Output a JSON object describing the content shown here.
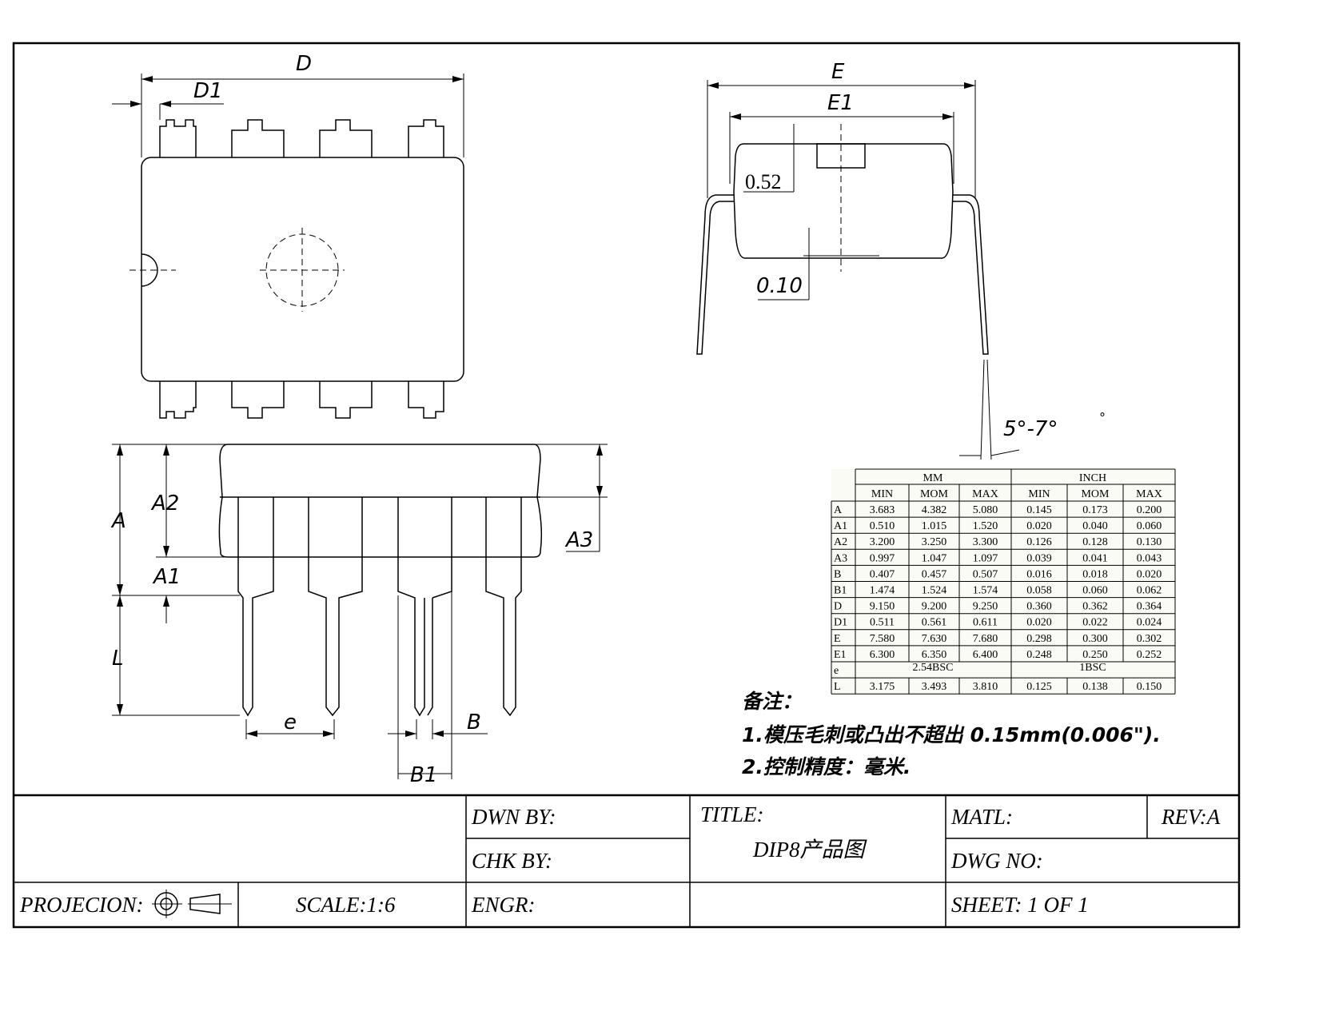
{
  "dimension_labels": {
    "D": "D",
    "D1": "D1",
    "E": "E",
    "E1": "E1",
    "A": "A",
    "A1": "A1",
    "A2": "A2",
    "A3": "A3",
    "L": "L",
    "e": "e",
    "B": "B",
    "B1": "B1",
    "top_gap": "0.52",
    "bottom_gap": "0.10",
    "angle": "5°-7°",
    "angle_mark": "°"
  },
  "dimension_table": {
    "groups": [
      "MM",
      "INCH"
    ],
    "subheaders": [
      "MIN",
      "MOM",
      "MAX",
      "MIN",
      "MOM",
      "MAX"
    ],
    "rows": [
      {
        "label": "A",
        "values": [
          "3.683",
          "4.382",
          "5.080",
          "0.145",
          "0.173",
          "0.200"
        ]
      },
      {
        "label": "A1",
        "values": [
          "0.510",
          "1.015",
          "1.520",
          "0.020",
          "0.040",
          "0.060"
        ]
      },
      {
        "label": "A2",
        "values": [
          "3.200",
          "3.250",
          "3.300",
          "0.126",
          "0.128",
          "0.130"
        ]
      },
      {
        "label": "A3",
        "values": [
          "0.997",
          "1.047",
          "1.097",
          "0.039",
          "0.041",
          "0.043"
        ]
      },
      {
        "label": "B",
        "values": [
          "0.407",
          "0.457",
          "0.507",
          "0.016",
          "0.018",
          "0.020"
        ]
      },
      {
        "label": "B1",
        "values": [
          "1.474",
          "1.524",
          "1.574",
          "0.058",
          "0.060",
          "0.062"
        ]
      },
      {
        "label": "D",
        "values": [
          "9.150",
          "9.200",
          "9.250",
          "0.360",
          "0.362",
          "0.364"
        ]
      },
      {
        "label": "D1",
        "values": [
          "0.511",
          "0.561",
          "0.611",
          "0.020",
          "0.022",
          "0.024"
        ]
      },
      {
        "label": "E",
        "values": [
          "7.580",
          "7.630",
          "7.680",
          "0.298",
          "0.300",
          "0.302"
        ]
      },
      {
        "label": "E1",
        "values": [
          "6.300",
          "6.350",
          "6.400",
          "0.248",
          "0.250",
          "0.252"
        ]
      },
      {
        "label": "e",
        "merged": [
          "2.54BSC",
          "1BSC"
        ]
      },
      {
        "label": "L",
        "values": [
          "3.175",
          "3.493",
          "3.810",
          "0.125",
          "0.138",
          "0.150"
        ]
      }
    ]
  },
  "notes": {
    "heading": "备注：",
    "items": [
      "1.模压毛刺或凸出不超出 0.15mm(0.006\").",
      "2.控制精度：毫米."
    ]
  },
  "title_block": {
    "dwn_by": "DWN BY:",
    "chk_by": "CHK BY:",
    "engr": "ENGR:",
    "title_label": "TITLE:",
    "title": "DIP8产品图",
    "matl": "MATL:",
    "rev": "REV:A",
    "dwg_no": "DWG NO:",
    "sheet": "SHEET: 1 OF 1",
    "projection": "PROJECION:",
    "scale": "SCALE:1:6"
  }
}
